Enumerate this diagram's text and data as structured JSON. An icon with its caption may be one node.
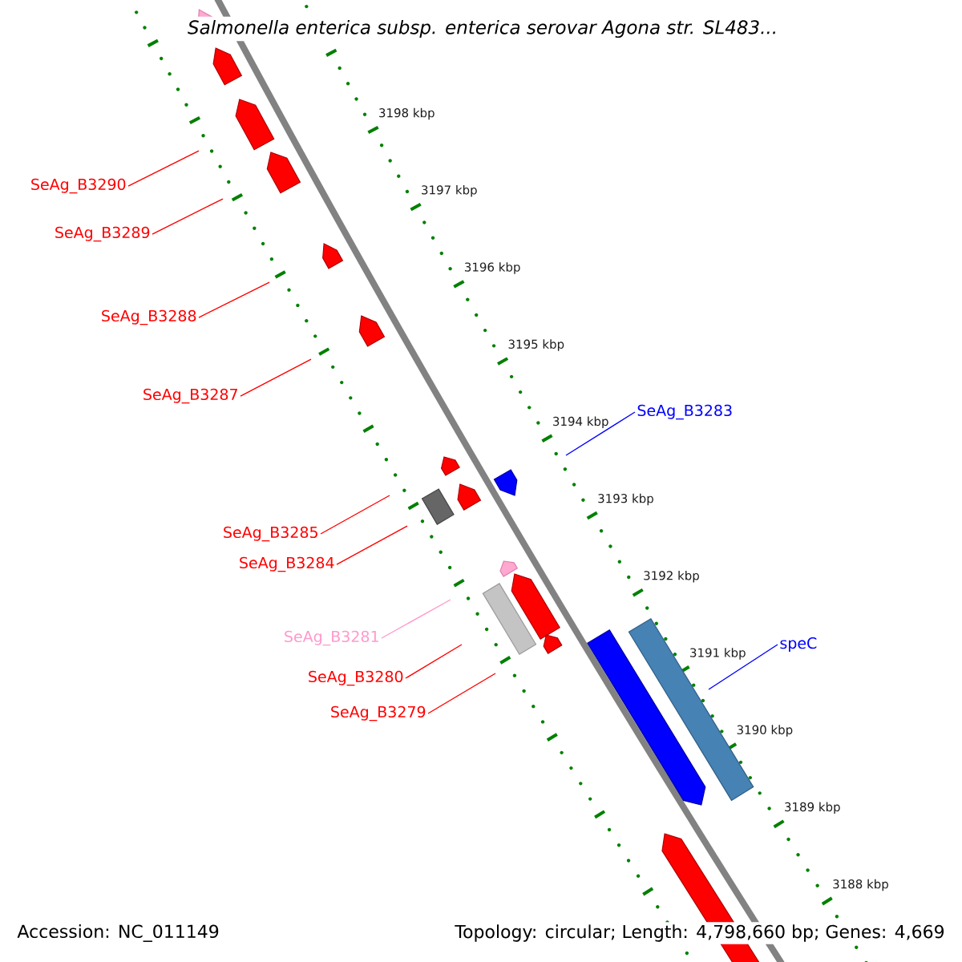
{
  "diagram": {
    "title": "Salmonella enterica subsp. enterica serovar Agona str. SL483...",
    "nodes": [
      {
        "text": [
          "SeAg_B3290"
        ]
      },
      {
        "text": [
          "SeAg_B3289"
        ]
      },
      {
        "text": [
          "SeAg_B3288"
        ]
      },
      {
        "text": [
          "SeAg_B3287"
        ]
      },
      {
        "text": [
          "SeAg_B3283"
        ]
      },
      {
        "text": [
          "SeAg_B3285"
        ]
      },
      {
        "text": [
          "SeAg_B3284"
        ]
      },
      {
        "text": [
          "SeAg_B3281"
        ]
      },
      {
        "text": [
          "speC"
        ]
      },
      {
        "text": [
          "SeAg_B3280"
        ]
      },
      {
        "text": [
          "SeAg_B3279"
        ]
      }
    ],
    "edges": [
      {
        "from": 0,
        "to": null,
        "arrow": "none"
      },
      {
        "from": 1,
        "to": null,
        "arrow": "none"
      },
      {
        "from": 2,
        "to": null,
        "arrow": "none"
      },
      {
        "from": 3,
        "to": null,
        "arrow": "none"
      },
      {
        "from": 4,
        "to": null,
        "arrow": "none",
        "color": "#0000ff"
      },
      {
        "from": 5,
        "to": null,
        "arrow": "none"
      },
      {
        "from": 6,
        "to": null,
        "arrow": "none"
      },
      {
        "from": 7,
        "to": null,
        "arrow": "none",
        "color": "#ff99cc"
      },
      {
        "from": 8,
        "to": null,
        "arrow": "none",
        "color": "#0000ff"
      },
      {
        "from": 9,
        "to": null,
        "arrow": "none"
      },
      {
        "from": 10,
        "to": null,
        "arrow": "none"
      }
    ],
    "labels": [
      "3198 kbp",
      "3197 kbp",
      "3196 kbp",
      "3195 kbp",
      "3194 kbp",
      "3193 kbp",
      "3192 kbp",
      "3191 kbp",
      "3190 kbp",
      "3189 kbp",
      "3188 kbp",
      "Accession: NC_011149",
      "Topology: circular; Length: 4,798,660 bp; Genes: 4,669"
    ]
  }
}
